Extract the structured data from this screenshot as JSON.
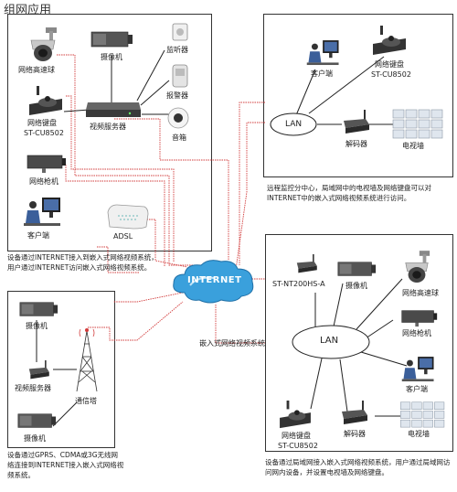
{
  "title": "组网应用",
  "labels": {
    "speed_dome_1": "网络高速球",
    "camera_1": "摄像机",
    "monitor": "监听器",
    "alarm": "报警器",
    "keyboard_1_line1": "网络键盘",
    "keyboard_1_line2": "ST-CU8502",
    "video_server_1": "视频服务器",
    "speaker": "音箱",
    "gun_camera_1": "网络枪机",
    "client_1": "客户端",
    "adsl": "ADSL",
    "client_2": "客户端",
    "keyboard_2_line1": "网络键盘",
    "keyboard_2_line2": "ST-CU8502",
    "lan_1": "LAN",
    "decoder_1": "解码器",
    "tv_wall_1": "电视墙",
    "internet": "INTERNET",
    "camera_2": "摄像机",
    "video_server_2": "视频服务器",
    "camera_3": "摄像机",
    "tower": "通信塔",
    "device_st": "ST-NT200HS-A",
    "camera_4": "摄像机",
    "speed_dome_2": "网络高速球",
    "gun_camera_2": "网络枪机",
    "lan_2": "LAN",
    "embedded_system": "嵌入式网络视频系统",
    "client_3": "客户端",
    "keyboard_3_line1": "网络键盘",
    "keyboard_3_line2": "ST-CU8502",
    "decoder_2": "解码器",
    "tv_wall_2": "电视墙"
  },
  "captions": {
    "top_left": "设备通过INTERNET接入到嵌入式网络视频系统，用户通过INTERNET访问嵌入式网络视频系统。",
    "top_right": "远程监控分中心，局域网中的电视墙及网络键盘可以对INTERNET中的嵌入式网络视频系统进行访问。",
    "bottom_left": "设备通过GPRS、CDMA或3G无线网络连接到INTERNET接入嵌入式网络视频系统。",
    "bottom_right": "设备通过局域网接入嵌入式网络视频系统，用户通过局域网访问网内设备，并设置电视墙及网络键盘。"
  },
  "colors": {
    "wire_red": "#d23c3c",
    "wire_black": "#222222",
    "cloud": "#3aa0dc",
    "box_border": "#333333"
  },
  "icons": [
    "speed-dome-icon",
    "camera-icon",
    "monitor-icon",
    "alarm-icon",
    "keyboard-icon",
    "video-server-icon",
    "speaker-icon",
    "gun-camera-icon",
    "client-icon",
    "adsl-icon",
    "decoder-icon",
    "tv-wall-icon",
    "cloud-icon",
    "tower-icon"
  ]
}
